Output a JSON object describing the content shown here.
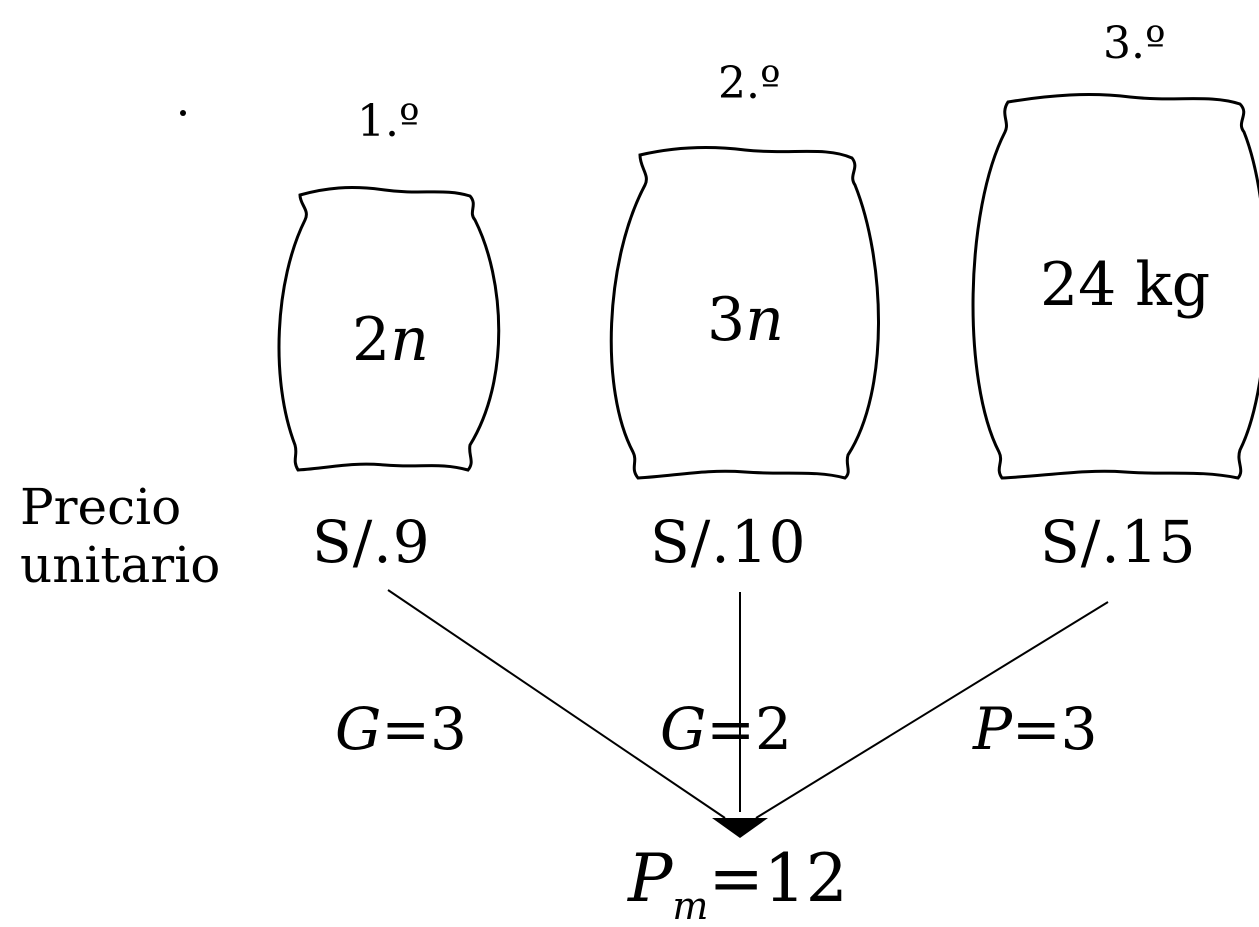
{
  "sacks": [
    {
      "order": "1.º",
      "content_prefix": "2",
      "content_var": "n",
      "price": "S/.9"
    },
    {
      "order": "2.º",
      "content_prefix": "3",
      "content_var": "n",
      "price": "S/.10"
    },
    {
      "order": "3.º",
      "content_prefix": "24 kg",
      "content_var": "",
      "price": "S/.15"
    }
  ],
  "side_label": {
    "line1": "Precio",
    "line2": "unitario"
  },
  "relations": [
    {
      "var": "G",
      "rest": "=3"
    },
    {
      "var": "G",
      "rest": "=2"
    },
    {
      "var": "P",
      "rest": "=3"
    }
  ],
  "result": {
    "var": "P",
    "sub": "m",
    "rest": "=12"
  }
}
